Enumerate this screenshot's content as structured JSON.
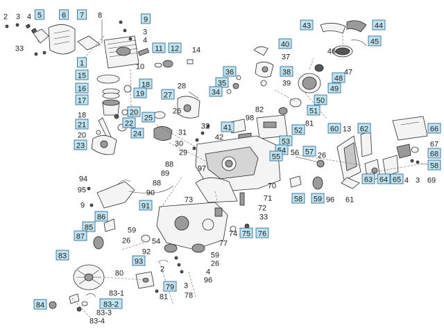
{
  "callouts": [
    {
      "id": "c2",
      "text": "2",
      "boxed": false
    },
    {
      "id": "c3a",
      "text": "3",
      "boxed": false
    },
    {
      "id": "c4a",
      "text": "4",
      "boxed": false
    },
    {
      "id": "c5",
      "text": "5",
      "boxed": true
    },
    {
      "id": "c6",
      "text": "6",
      "boxed": true
    },
    {
      "id": "c7",
      "text": "7",
      "boxed": true
    },
    {
      "id": "c8",
      "text": "8",
      "boxed": false
    },
    {
      "id": "c9",
      "text": "9",
      "boxed": true
    },
    {
      "id": "c33a",
      "text": "33",
      "boxed": false
    },
    {
      "id": "c3b",
      "text": "3",
      "boxed": false
    },
    {
      "id": "c4b",
      "text": "4",
      "boxed": false
    },
    {
      "id": "c10",
      "text": "10",
      "boxed": false
    },
    {
      "id": "c11",
      "text": "11",
      "boxed": true
    },
    {
      "id": "c12",
      "text": "12",
      "boxed": true
    },
    {
      "id": "c14",
      "text": "14",
      "boxed": false
    },
    {
      "id": "c1",
      "text": "1",
      "boxed": true
    },
    {
      "id": "c15",
      "text": "15",
      "boxed": true
    },
    {
      "id": "c18",
      "text": "18",
      "boxed": true
    },
    {
      "id": "c16",
      "text": "16",
      "boxed": true
    },
    {
      "id": "c19",
      "text": "19",
      "boxed": true
    },
    {
      "id": "c17",
      "text": "17",
      "boxed": true
    },
    {
      "id": "c18b",
      "text": "18",
      "boxed": false
    },
    {
      "id": "c20a",
      "text": "20",
      "boxed": true
    },
    {
      "id": "c21",
      "text": "21",
      "boxed": true
    },
    {
      "id": "c22",
      "text": "22",
      "boxed": true
    },
    {
      "id": "c20b",
      "text": "20",
      "boxed": false
    },
    {
      "id": "c23",
      "text": "23",
      "boxed": true
    },
    {
      "id": "c24",
      "text": "24",
      "boxed": true
    },
    {
      "id": "c25",
      "text": "25",
      "boxed": true
    },
    {
      "id": "c26a",
      "text": "26",
      "boxed": false
    },
    {
      "id": "c27",
      "text": "27",
      "boxed": true
    },
    {
      "id": "c28",
      "text": "28",
      "boxed": false
    },
    {
      "id": "c43",
      "text": "43",
      "boxed": true
    },
    {
      "id": "c44",
      "text": "44",
      "boxed": true
    },
    {
      "id": "c45",
      "text": "45",
      "boxed": true
    },
    {
      "id": "c46",
      "text": "46",
      "boxed": false
    },
    {
      "id": "c40",
      "text": "40",
      "boxed": true
    },
    {
      "id": "c37",
      "text": "37",
      "boxed": false
    },
    {
      "id": "c36",
      "text": "36",
      "boxed": true
    },
    {
      "id": "c38",
      "text": "38",
      "boxed": true
    },
    {
      "id": "c35",
      "text": "35",
      "boxed": true
    },
    {
      "id": "c39",
      "text": "39",
      "boxed": false
    },
    {
      "id": "c34",
      "text": "34",
      "boxed": true
    },
    {
      "id": "c47",
      "text": "47",
      "boxed": false
    },
    {
      "id": "c48",
      "text": "48",
      "boxed": true
    },
    {
      "id": "c49",
      "text": "49",
      "boxed": true
    },
    {
      "id": "c50",
      "text": "50",
      "boxed": true
    },
    {
      "id": "c51",
      "text": "51",
      "boxed": true
    },
    {
      "id": "c82",
      "text": "82",
      "boxed": false
    },
    {
      "id": "c81",
      "text": "81",
      "boxed": false
    },
    {
      "id": "c98",
      "text": "98",
      "boxed": false
    },
    {
      "id": "c52",
      "text": "52",
      "boxed": true
    },
    {
      "id": "c32",
      "text": "32",
      "boxed": false
    },
    {
      "id": "c41",
      "text": "41",
      "boxed": true
    },
    {
      "id": "c31",
      "text": "31",
      "boxed": false
    },
    {
      "id": "c42",
      "text": "42",
      "boxed": false
    },
    {
      "id": "c30",
      "text": "30",
      "boxed": false
    },
    {
      "id": "c29",
      "text": "29",
      "boxed": false
    },
    {
      "id": "c53",
      "text": "53",
      "boxed": true
    },
    {
      "id": "c54",
      "text": "54",
      "boxed": true
    },
    {
      "id": "c55",
      "text": "55",
      "boxed": true
    },
    {
      "id": "c56",
      "text": "56",
      "boxed": false
    },
    {
      "id": "c57",
      "text": "57",
      "boxed": true
    },
    {
      "id": "c26b",
      "text": "26",
      "boxed": false
    },
    {
      "id": "c60",
      "text": "60",
      "boxed": true
    },
    {
      "id": "c13",
      "text": "13",
      "boxed": false
    },
    {
      "id": "c62",
      "text": "62",
      "boxed": true
    },
    {
      "id": "c66",
      "text": "66",
      "boxed": true
    },
    {
      "id": "c67",
      "text": "67",
      "boxed": false
    },
    {
      "id": "c68",
      "text": "68",
      "boxed": true
    },
    {
      "id": "c58b",
      "text": "58",
      "boxed": true
    },
    {
      "id": "c3c",
      "text": "3",
      "boxed": false
    },
    {
      "id": "c69",
      "text": "69",
      "boxed": false
    },
    {
      "id": "c4c",
      "text": "4",
      "boxed": false
    },
    {
      "id": "c65",
      "text": "65",
      "boxed": true
    },
    {
      "id": "c64",
      "text": "64",
      "boxed": true
    },
    {
      "id": "c63",
      "text": "63",
      "boxed": true
    },
    {
      "id": "c88a",
      "text": "88",
      "boxed": false
    },
    {
      "id": "c89",
      "text": "89",
      "boxed": false
    },
    {
      "id": "c97",
      "text": "97",
      "boxed": false
    },
    {
      "id": "c88b",
      "text": "88",
      "boxed": false
    },
    {
      "id": "c70",
      "text": "70",
      "boxed": false
    },
    {
      "id": "c96",
      "text": "96",
      "boxed": false
    },
    {
      "id": "c61",
      "text": "61",
      "boxed": false
    },
    {
      "id": "c58",
      "text": "58",
      "boxed": true
    },
    {
      "id": "c59",
      "text": "59",
      "boxed": true
    },
    {
      "id": "c94",
      "text": "94",
      "boxed": false
    },
    {
      "id": "c95",
      "text": "95",
      "boxed": false
    },
    {
      "id": "c90",
      "text": "90",
      "boxed": false
    },
    {
      "id": "c71",
      "text": "71",
      "boxed": false
    },
    {
      "id": "c73",
      "text": "73",
      "boxed": false
    },
    {
      "id": "c72",
      "text": "72",
      "boxed": false
    },
    {
      "id": "c9b",
      "text": "9",
      "boxed": false
    },
    {
      "id": "c91",
      "text": "91",
      "boxed": true
    },
    {
      "id": "c33b",
      "text": "33",
      "boxed": false
    },
    {
      "id": "c86",
      "text": "86",
      "boxed": true
    },
    {
      "id": "c74",
      "text": "74",
      "boxed": false
    },
    {
      "id": "c75",
      "text": "75",
      "boxed": true
    },
    {
      "id": "c76",
      "text": "76",
      "boxed": true
    },
    {
      "id": "c85",
      "text": "85",
      "boxed": true
    },
    {
      "id": "c59b",
      "text": "59",
      "boxed": false
    },
    {
      "id": "c87",
      "text": "87",
      "boxed": true
    },
    {
      "id": "c26c",
      "text": "26",
      "boxed": false
    },
    {
      "id": "c54b",
      "text": "54",
      "boxed": false
    },
    {
      "id": "c77",
      "text": "77",
      "boxed": false
    },
    {
      "id": "c92",
      "text": "92",
      "boxed": false
    },
    {
      "id": "c59c",
      "text": "59",
      "boxed": false
    },
    {
      "id": "c93",
      "text": "93",
      "boxed": true
    },
    {
      "id": "c26d",
      "text": "26",
      "boxed": false
    },
    {
      "id": "c4d",
      "text": "4",
      "boxed": false
    },
    {
      "id": "c96b",
      "text": "96",
      "boxed": false
    },
    {
      "id": "c83",
      "text": "83",
      "boxed": true
    },
    {
      "id": "c80",
      "text": "80",
      "boxed": false
    },
    {
      "id": "c2b",
      "text": "2",
      "boxed": false
    },
    {
      "id": "c79",
      "text": "79",
      "boxed": true
    },
    {
      "id": "c3d",
      "text": "3",
      "boxed": false
    },
    {
      "id": "c78",
      "text": "78",
      "boxed": false
    },
    {
      "id": "c81b",
      "text": "81",
      "boxed": false
    },
    {
      "id": "c83_1",
      "text": "83-1",
      "boxed": false
    },
    {
      "id": "c83_2",
      "text": "83-2",
      "boxed": true
    },
    {
      "id": "c83_3",
      "text": "83-3",
      "boxed": false
    },
    {
      "id": "c84",
      "text": "84",
      "boxed": true
    },
    {
      "id": "c83_4",
      "text": "83-4",
      "boxed": false
    }
  ]
}
